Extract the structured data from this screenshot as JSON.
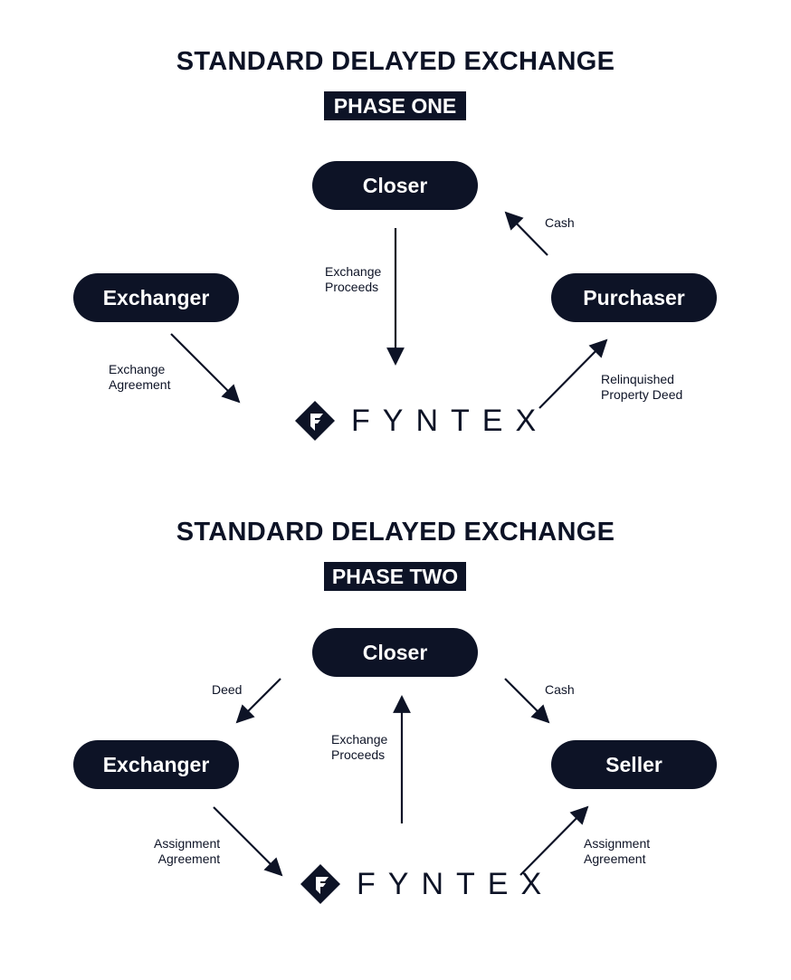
{
  "phase_one": {
    "title": "STANDARD DELAYED EXCHANGE",
    "phase_label": "PHASE ONE",
    "nodes": {
      "closer": "Closer",
      "exchanger": "Exchanger",
      "purchaser": "Purchaser"
    },
    "logo": "FYNTEX",
    "edges": {
      "cash": "Cash",
      "exchange_proceeds": "Exchange\nProceeds",
      "exchange_agreement": "Exchange\nAgreement",
      "relinquished_deed": "Relinquished\nProperty Deed"
    }
  },
  "phase_two": {
    "title": "STANDARD DELAYED EXCHANGE",
    "phase_label": "PHASE TWO",
    "nodes": {
      "closer": "Closer",
      "exchanger": "Exchanger",
      "seller": "Seller"
    },
    "logo": "FYNTEX",
    "edges": {
      "deed": "Deed",
      "cash": "Cash",
      "exchange_proceeds": "Exchange\nProceeds",
      "assignment_left": "Assignment\nAgreement",
      "assignment_right": "Assignment\nAgreement"
    }
  },
  "colors": {
    "navy": "#0d1326",
    "white": "#ffffff"
  }
}
